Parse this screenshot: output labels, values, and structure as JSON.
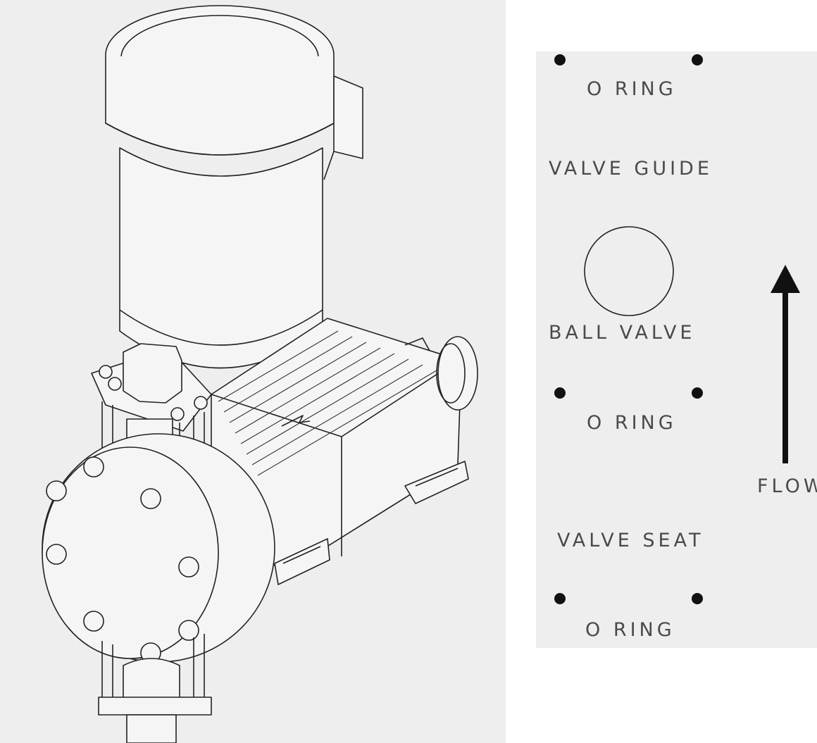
{
  "labels": {
    "o_ring_top": "O RING",
    "valve_guide": "VALVE GUIDE",
    "ball_valve": "BALL VALVE",
    "o_ring_middle": "O RING",
    "valve_seat": "VALVE SEAT",
    "o_ring_bottom": "O RING",
    "flow": "FLOW"
  },
  "colors": {
    "panel_background": "#eeeeee",
    "line": "#222222",
    "label_text": "#4a4a4a",
    "dot": "#111111"
  }
}
